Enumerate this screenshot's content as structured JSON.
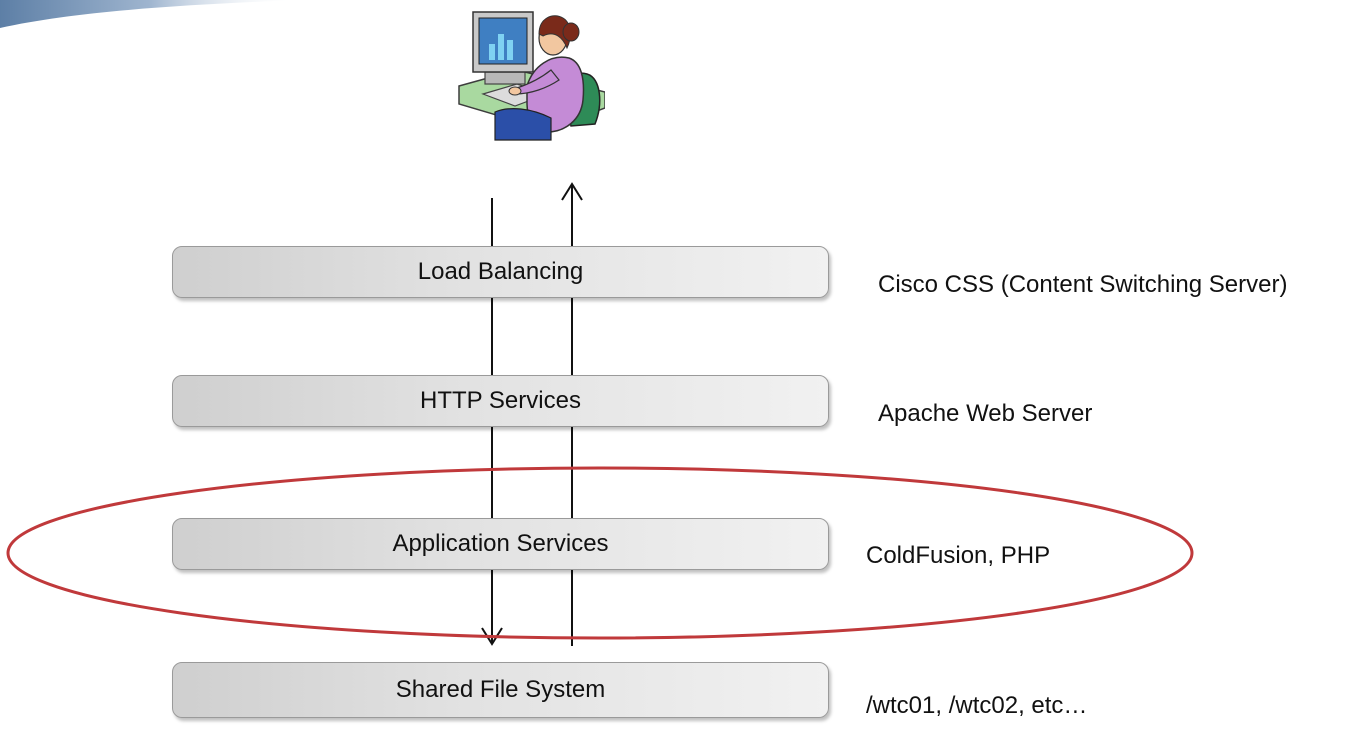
{
  "diagram": {
    "layers": [
      {
        "id": "load",
        "label": "Load Balancing",
        "technology": "Cisco CSS (Content Switching Server)"
      },
      {
        "id": "http",
        "label": "HTTP Services",
        "technology": "Apache Web Server"
      },
      {
        "id": "app",
        "label": "Application Services",
        "technology": "ColdFusion, PHP",
        "highlighted": true
      },
      {
        "id": "fs",
        "label": "Shared File System",
        "technology": "/wtc01, /wtc02, etc…"
      }
    ],
    "highlight_color": "#c0393b",
    "box_color": "#dcdcdc",
    "icons": [
      "user-at-computer-icon",
      "arrow-up-icon",
      "arrow-down-icon"
    ]
  }
}
